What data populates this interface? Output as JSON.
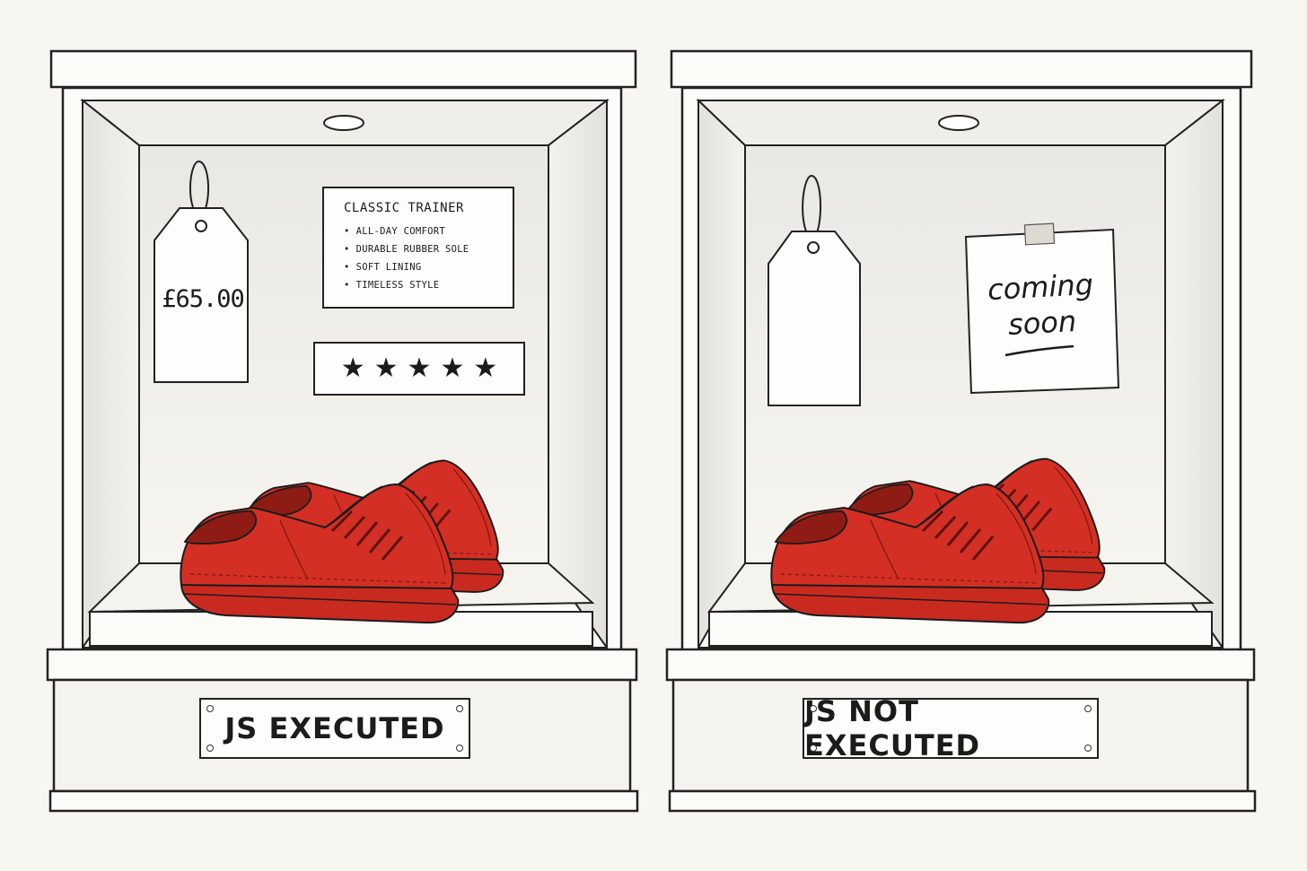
{
  "left_case": {
    "price_tag": "£65.00",
    "product_card": {
      "title": "CLASSIC TRAINER",
      "features": [
        "ALL-DAY COMFORT",
        "DURABLE RUBBER SOLE",
        "SOFT LINING",
        "TIMELESS STYLE"
      ]
    },
    "rating": {
      "stars": 5,
      "max": 5
    },
    "plaque": "JS EXECUTED"
  },
  "right_case": {
    "price_tag": "",
    "note": {
      "line1": "coming",
      "line2": "soon"
    },
    "plaque": "JS NOT EXECUTED"
  },
  "colors": {
    "shoe_red": "#d32f24",
    "shoe_dark": "#8e1c15",
    "ink": "#1b1b1b",
    "paper": "#f7f6f1"
  },
  "icons": [
    "ceiling-light-icon",
    "price-tag-icon",
    "star-icon",
    "sneakers-icon",
    "sticky-note-icon",
    "tape-icon",
    "screw-icon"
  ]
}
